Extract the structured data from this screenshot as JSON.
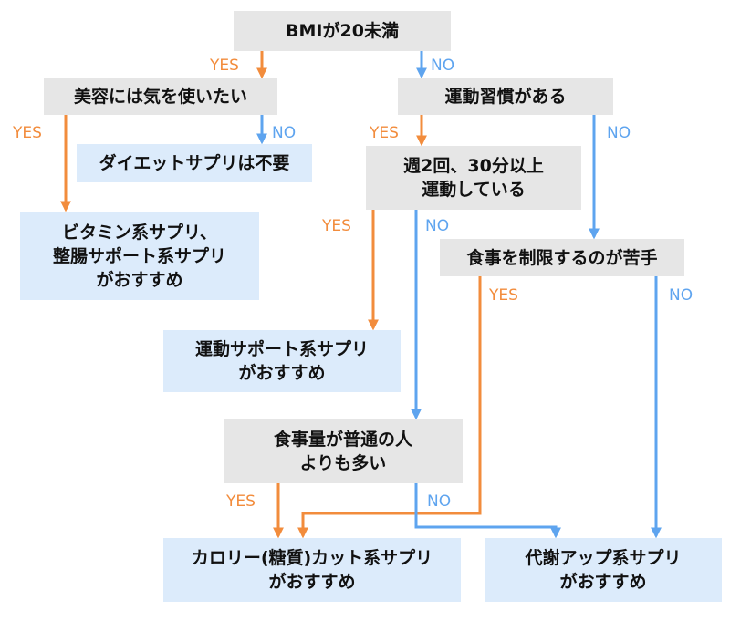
{
  "colors": {
    "yes": "#f28c3c",
    "no": "#5ea4ef",
    "question_bg": "#e6e6e6",
    "result_bg": "#dcebfb",
    "text": "#111111"
  },
  "labels": {
    "yes": "YES",
    "no": "NO"
  },
  "nodes": {
    "bmi": "BMIが20未満",
    "beauty": "美容には気を使いたい",
    "no_supplement": "ダイエットサプリは不要",
    "vitamin": "ビタミン系サプリ、\n整腸サポート系サプリ\nがおすすめ",
    "exercise_habit": "運動習慣がある",
    "twice_week": "週2回、30分以上\n運動している",
    "limit_food": "食事を制限するのが苦手",
    "exercise_support": "運動サポート系サプリ\nがおすすめ",
    "eat_more": "食事量が普通の人\nよりも多い",
    "calorie_cut": "カロリー(糖質)カット系サプリ\nがおすすめ",
    "metabolism": "代謝アップ系サプリ\nがおすすめ"
  }
}
